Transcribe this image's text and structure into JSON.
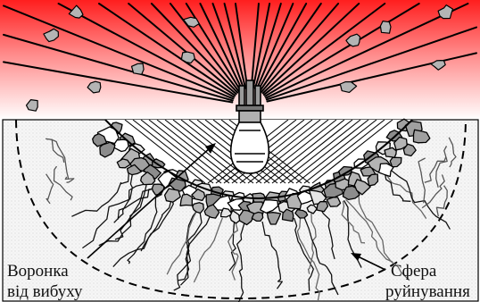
{
  "labels": {
    "crater": [
      "Воронка",
      "від вибуху"
    ],
    "sphere": [
      "Сфера",
      "руйнування"
    ]
  },
  "colors": {
    "sky_top": "#ff1e1e",
    "sky_bottom": "#ffffff",
    "ground": "#f4f4f4",
    "debris_dark": "#8c8c8c",
    "debris_mid": "#b4b4b4",
    "debris_light": "#e6e6e6",
    "line": "#000000"
  },
  "icons": [
    "bomb-icon",
    "debris-icon",
    "shock-ray"
  ]
}
